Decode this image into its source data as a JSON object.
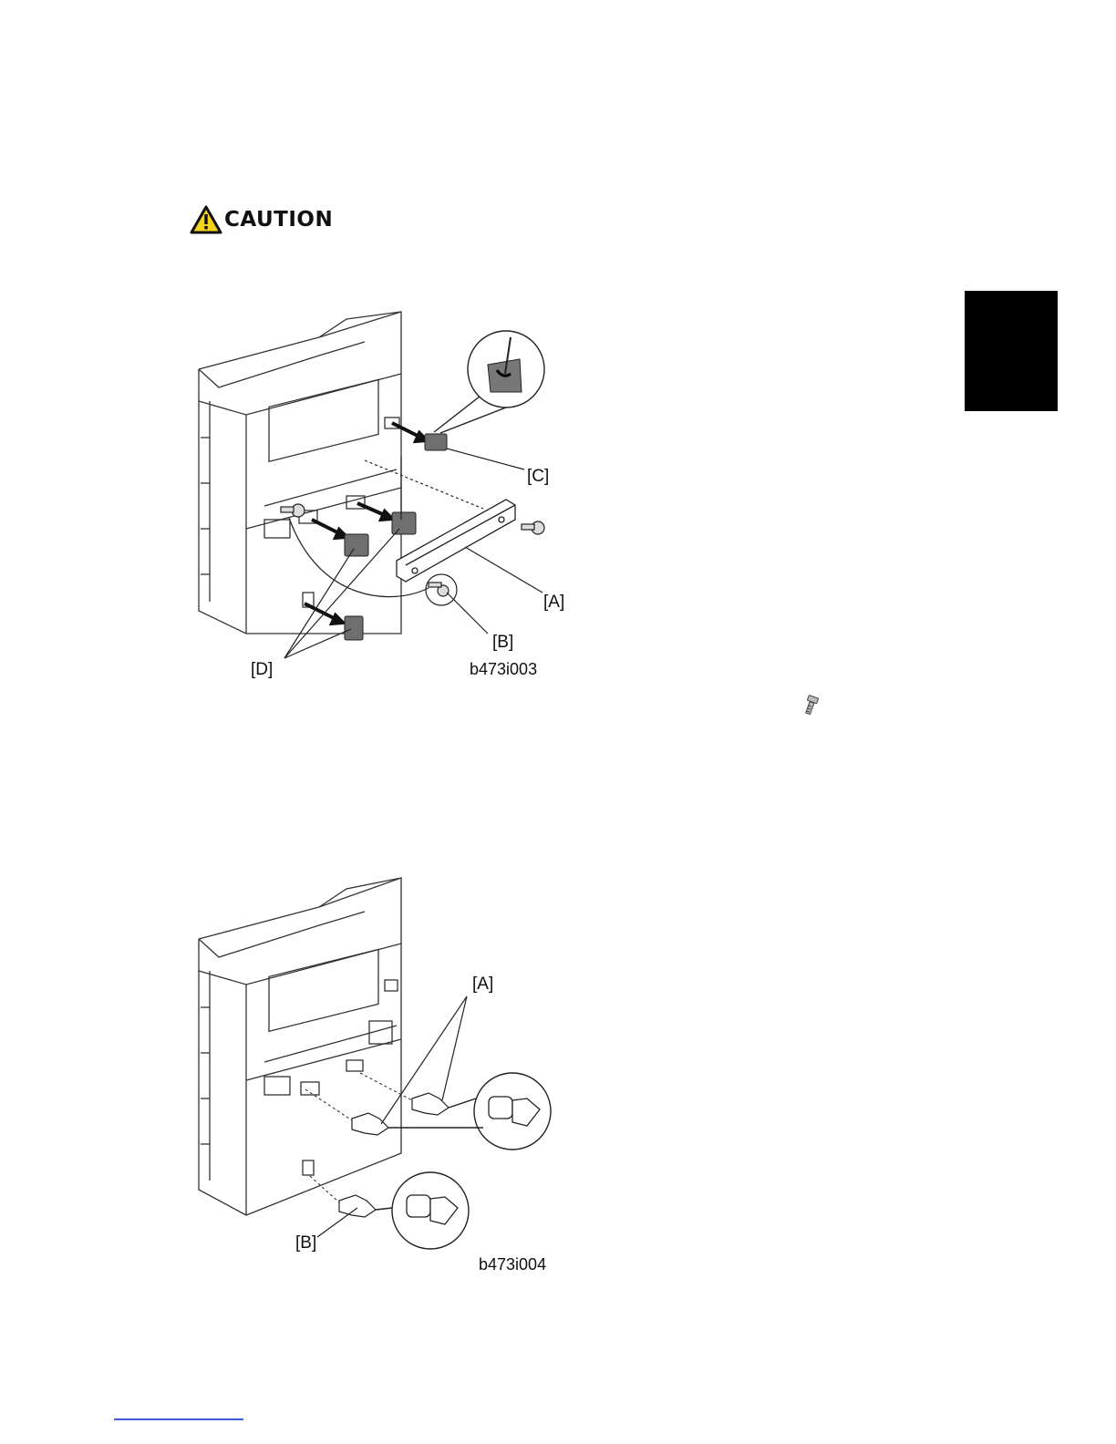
{
  "caution": {
    "label": "CAUTION",
    "icon": "warning-triangle-icon"
  },
  "figure1": {
    "labels": {
      "a": "[A]",
      "b": "[B]",
      "c": "[C]",
      "d": "[D]"
    },
    "caption": "b473i003"
  },
  "figure2": {
    "labels": {
      "a": "[A]",
      "b": "[B]"
    },
    "caption": "b473i004"
  },
  "screw_icon": "screw-icon",
  "colors": {
    "side_tab": "#000000",
    "footer_link": "#3b5cd6"
  }
}
